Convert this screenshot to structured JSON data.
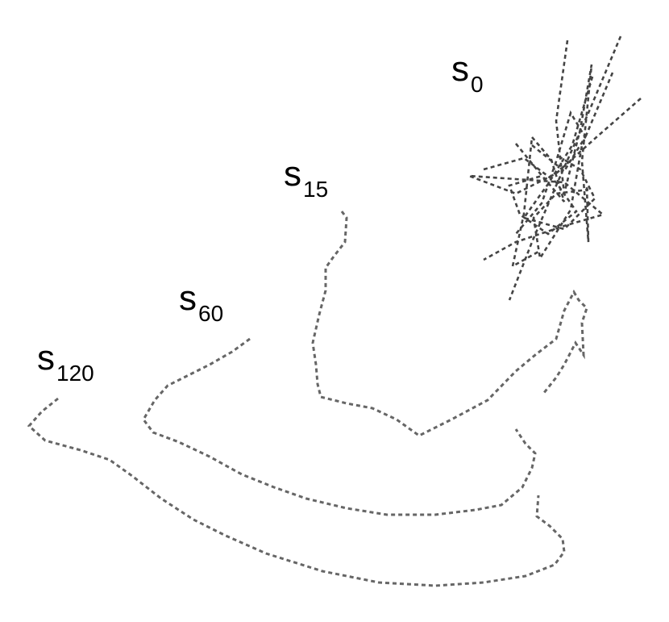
{
  "labels": {
    "s0": {
      "main": "s",
      "sub": "0"
    },
    "s15": {
      "main": "s",
      "sub": "15"
    },
    "s60": {
      "main": "s",
      "sub": "60"
    },
    "s120": {
      "main": "s",
      "sub": "120"
    }
  },
  "colors": {
    "stroke": "#666666",
    "tangle": "#444444",
    "text": "#000000",
    "background": "#ffffff"
  }
}
